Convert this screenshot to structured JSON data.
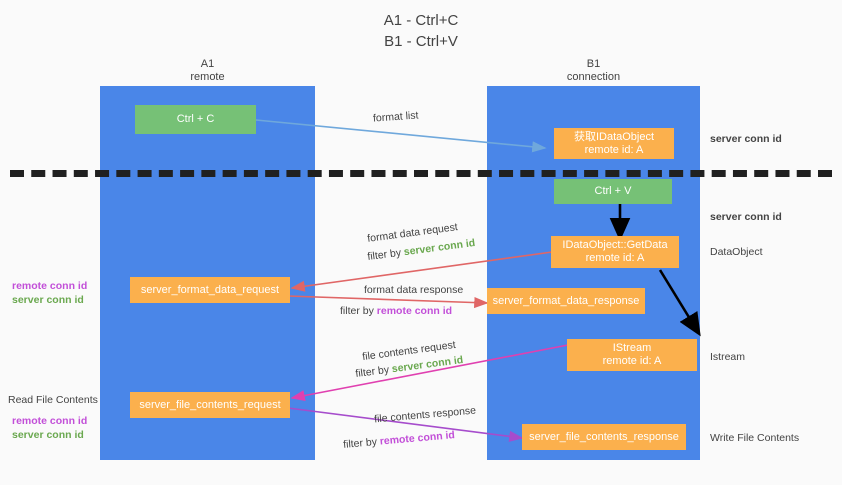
{
  "title": "A1 - Ctrl+C\nB1 - Ctrl+V",
  "columns": [
    {
      "id": "a1",
      "head": "A1\nremote"
    },
    {
      "id": "b1",
      "head": "B1\nconnection"
    }
  ],
  "nodes": {
    "ctrl_c": "Ctrl + C",
    "ctrl_v": "Ctrl + V",
    "get_idataobject": "获取IDataObject\nremote id: A",
    "idataobject_getdata": "IDataObject::GetData\nremote id: A",
    "istream": "IStream\nremote id: A",
    "server_format_data_request": "server_format_data_request",
    "server_format_data_response": "server_format_data_response",
    "server_file_contents_request": "server_file_contents_request",
    "server_file_contents_response": "server_file_contents_response"
  },
  "edge_labels": {
    "format_list": "format list",
    "format_data_request": "format data request",
    "format_data_request_filter_prefix": "filter by ",
    "format_data_request_filter_value": "server conn id",
    "format_data_response": "format data response",
    "format_data_response_filter_prefix": "filter by ",
    "format_data_response_filter_value": "remote conn id",
    "file_contents_request": "file contents request",
    "file_contents_request_filter_prefix": "filter by ",
    "file_contents_request_filter_value": "server conn id",
    "file_contents_response": "file contents response",
    "file_contents_response_filter_prefix": "filter by ",
    "file_contents_response_filter_value": "remote conn id"
  },
  "right_labels": {
    "server_conn_id_top": "server conn id",
    "server_conn_id_mid": "server conn id",
    "dataobject": "DataObject",
    "istream": "Istream",
    "write_file_contents": "Write File Contents"
  },
  "left_labels": {
    "remote_conn_id_1": "remote conn id",
    "server_conn_id_1": "server conn id",
    "read_file_contents": "Read File Contents",
    "remote_conn_id_2": "remote conn id",
    "server_conn_id_2": "server conn id"
  },
  "colors": {
    "column": "#4a86e8",
    "green_node": "#76c176",
    "orange_node": "#fbb04d",
    "green_text": "#6aa84f",
    "purple_text": "#c24fd8",
    "blue_arrow": "#6fa8dc",
    "red_arrow": "#e06666",
    "magenta_arrow": "#e040b0",
    "purple_arrow": "#a64ccc",
    "black_arrow": "#000000",
    "background": "#fafafa"
  }
}
